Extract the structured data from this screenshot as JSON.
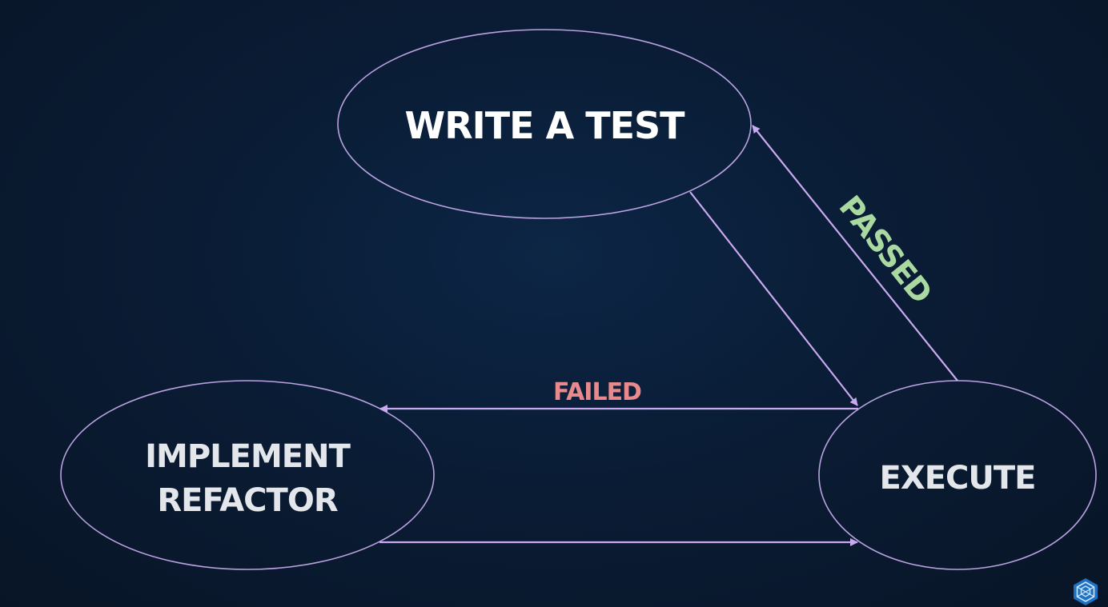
{
  "nodes": {
    "write_test": "WRITE A TEST",
    "implement": [
      "IMPLEMENT",
      "REFACTOR"
    ],
    "execute": "EXECUTE"
  },
  "edges": {
    "failed": "FAILED",
    "passed": "PASSED"
  },
  "colors": {
    "ellipse_stroke": "#b9a2e0",
    "arrow": "#c9aaf0",
    "node_text": "#ffffff",
    "node_text_dim": "#e3e6ea",
    "failed": "#e88a8d",
    "passed": "#a9d9a0"
  },
  "logo": {
    "icon": "hexagon-cube-logo-icon"
  }
}
